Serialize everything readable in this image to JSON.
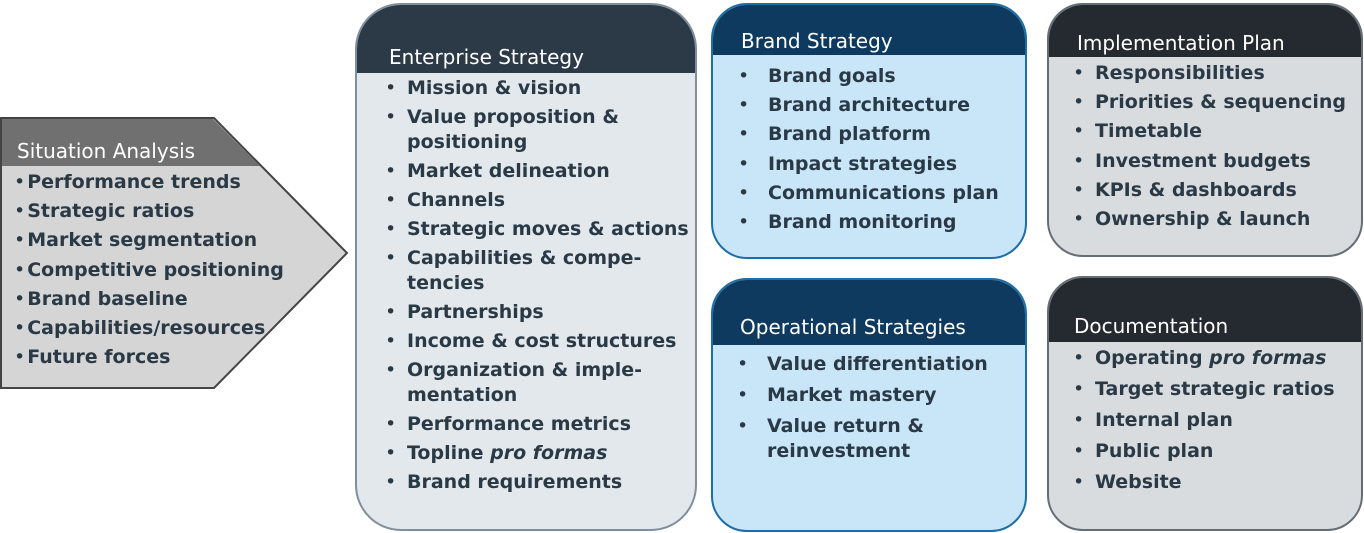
{
  "situation": {
    "title": "Situation Analysis",
    "items": [
      "Performance trends",
      "Strategic ratios",
      "Market segmentation",
      "Competitive positioning",
      "Brand baseline",
      "Capabilities/resources",
      "Future forces"
    ]
  },
  "enterprise": {
    "title": "Enterprise Strategy",
    "items": [
      [
        "Mission & vision"
      ],
      [
        "Value proposition &",
        "positioning"
      ],
      [
        "Market delineation"
      ],
      [
        "Channels"
      ],
      [
        "Strategic moves & actions"
      ],
      [
        "Capabilities & compe-",
        "tencies"
      ],
      [
        "Partnerships"
      ],
      [
        "Income & cost structures"
      ],
      [
        "Organization & imple-",
        "mentation"
      ],
      [
        "Performance metrics"
      ],
      [
        "Brand requirements"
      ]
    ],
    "topline_prefix": "Topline ",
    "topline_italic": "pro formas"
  },
  "brand": {
    "title": "Brand Strategy",
    "items": [
      "Brand goals",
      "Brand architecture",
      "Brand platform",
      "Impact strategies",
      "Communications plan",
      "Brand monitoring"
    ]
  },
  "ops": {
    "title": "Operational Strategies",
    "items": [
      [
        "Value differentiation"
      ],
      [
        "Market mastery"
      ],
      [
        "Value return &",
        "reinvestment"
      ]
    ]
  },
  "impl": {
    "title": "Implementation Plan",
    "items": [
      "Responsibilities",
      "Priorities & sequencing",
      "Timetable",
      "Investment budgets",
      "KPIs & dashboards",
      "Ownership & launch"
    ]
  },
  "docs": {
    "title": "Documentation",
    "operating_prefix": "Operating ",
    "operating_italic": "pro formas",
    "items": [
      "Target strategic ratios",
      "Internal plan",
      "Public plan",
      "Website"
    ]
  },
  "colors": {
    "enterprise_header": "#2c3a47",
    "enterprise_fill": "#e3e8ec",
    "brand_header": "#0f3a5f",
    "brand_fill": "#c9e5f8",
    "impl_header": "#242a30",
    "impl_fill": "#d9dcdf",
    "situation_header": "#707070",
    "situation_fill": "#d5d5d5"
  }
}
